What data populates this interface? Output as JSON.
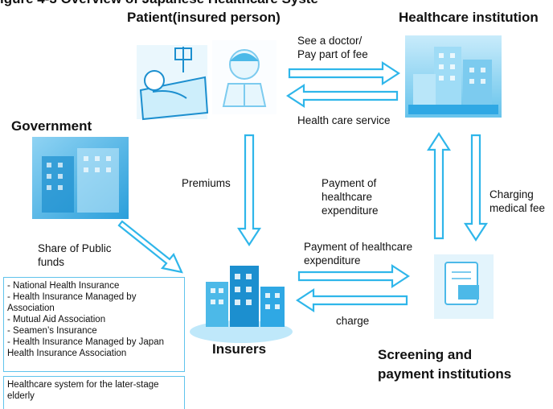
{
  "header": {
    "cut_title": "igure 4-3 Overview of Japanese Healthcare Syste"
  },
  "nodes": {
    "patient": "Patient(insured person)",
    "healthcare": "Healthcare institution",
    "government": "Government",
    "insurers": "Insurers",
    "screening": "Screening and\npayment institutions"
  },
  "flows": {
    "see_doctor": "See a doctor/\nPay part of fee",
    "health_service": "Health care service",
    "premiums": "Premiums",
    "payment_expenditure_left": "Payment of\nhealthcare\nexpenditure",
    "charging_fee": "Charging\nmedical fee",
    "share_public": "Share of Public\nfunds",
    "payment_expenditure_bottom": "Payment of healthcare\nexpenditure",
    "charge": "charge"
  },
  "insurer_list": [
    "- National Health Insurance",
    "- Health Insurance Managed by Association",
    "- Mutual Aid Association",
    "- Seamen’s Insurance",
    "- Health Insurance Managed by Japan Health Insurance Association"
  ],
  "later_stage": "Healthcare system for the later-stage elderly",
  "colors": {
    "arrow": "#2fb6ea",
    "arrow_fill": "#ffffff",
    "icon": "#4cb9e8",
    "icon_dark": "#1c8fcf"
  }
}
